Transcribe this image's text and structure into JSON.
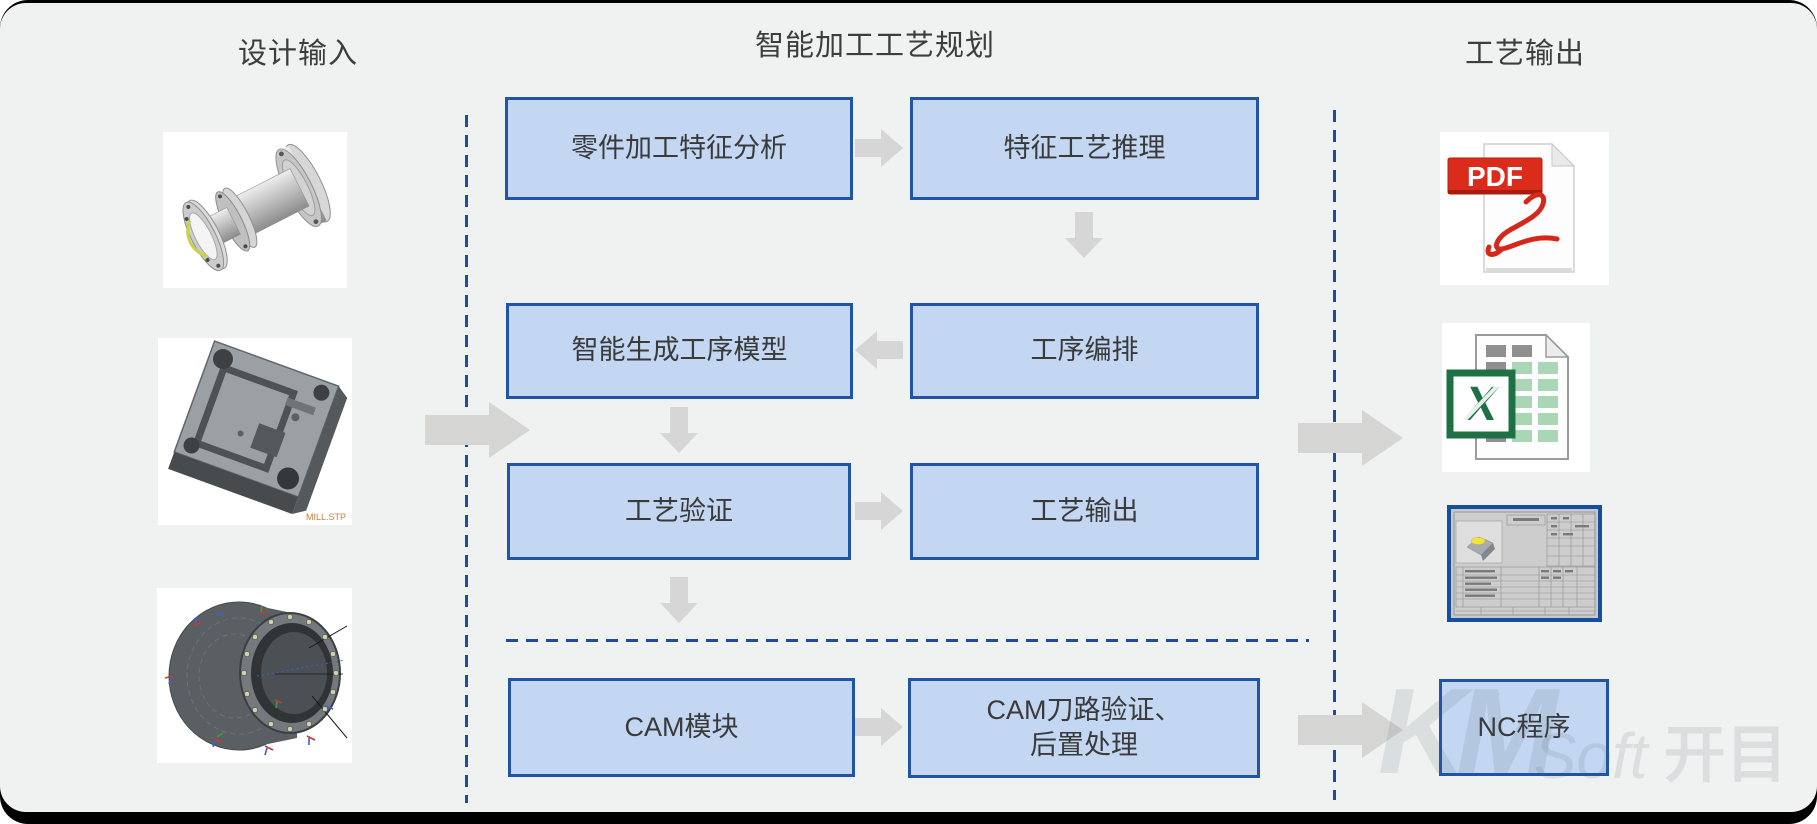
{
  "headers": {
    "left": "设计输入",
    "center": "智能加工工艺规划",
    "right": "工艺输出"
  },
  "flow": {
    "rows": [
      {
        "left_label": "零件加工特征分析",
        "right_label": "特征工艺推理",
        "connector": "arrow-right"
      },
      {
        "left_label": "智能生成工序模型",
        "right_label": "工序编排",
        "connector": "arrow-left"
      },
      {
        "left_label": "工艺验证",
        "right_label": "工艺输出",
        "connector": "arrow-right"
      },
      {
        "left_label": "CAM模块",
        "right_label": "CAM刀路验证、\n后置处理",
        "connector": "arrow-right"
      }
    ]
  },
  "design_inputs": {
    "items": [
      {
        "name": "shaft-part-model"
      },
      {
        "name": "block-part-model",
        "caption": "MILL.STP"
      },
      {
        "name": "casing-part-model"
      }
    ]
  },
  "process_outputs": {
    "pdf_badge": "PDF",
    "excel_logo": "X",
    "nc_label": "NC程序",
    "icons": [
      "pdf-file-icon",
      "excel-file-icon",
      "process-card-image",
      "nc-program-box"
    ]
  },
  "watermark": {
    "text_mark": "KM",
    "text_soft": "Soft",
    "text_cn": "开目"
  },
  "colors": {
    "background": "#f0f1f1",
    "frame_bar": "#000000",
    "box_fill": "#c3d6f2",
    "box_border": "#2155a3",
    "dashed_line": "#1b4e9b",
    "arrow_gray": "#d6d6d6",
    "pdf_red": "#d6281a",
    "excel_green": "#1e7145",
    "card_border": "#164f9e",
    "caption_orange": "#c8803a"
  }
}
